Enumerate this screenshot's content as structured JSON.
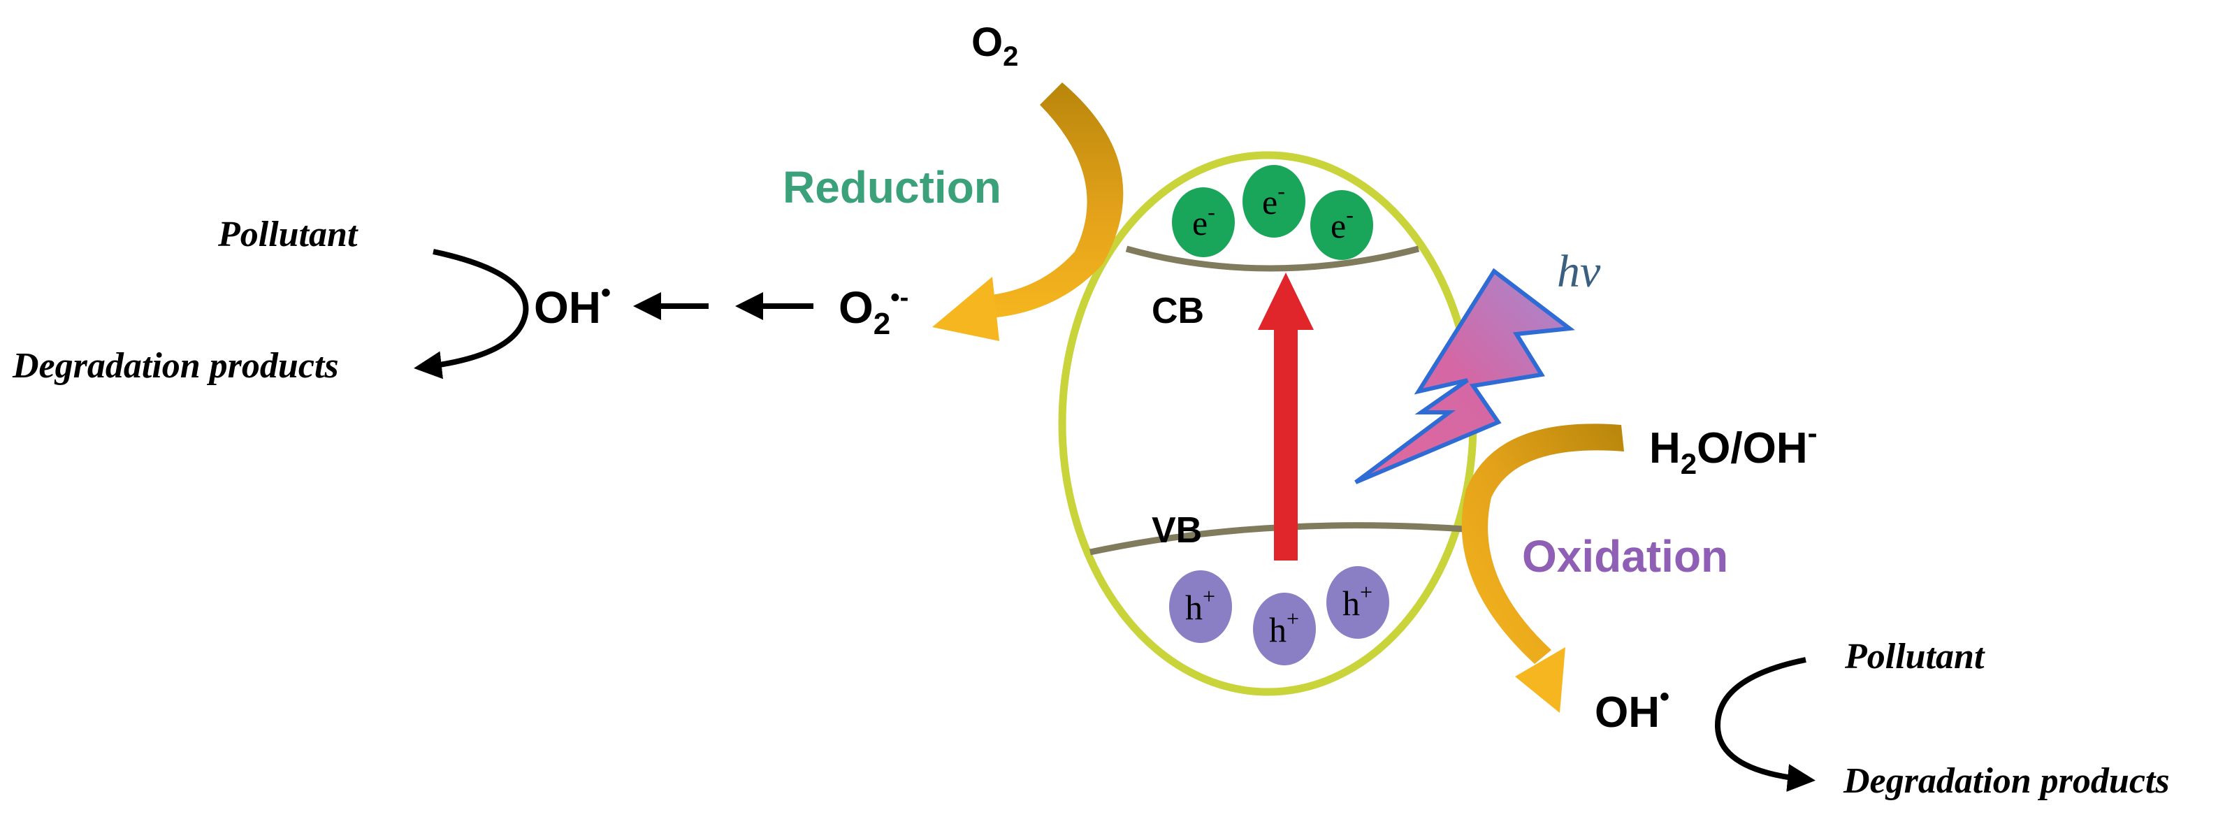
{
  "colors": {
    "particle_outline": "#c9d43a",
    "band_line": "#7f7b5c",
    "electron": "#1aa65a",
    "hole": "#8a7fc4",
    "excitation_arrow": "#e0262b",
    "lightning_fill": "#d467a4",
    "lightning_edge": "#2f6bd4",
    "arrow_gold": "#f2b21f",
    "arrow_brown": "#b8860b",
    "reduction_text": "#3aa17a",
    "oxidation_text": "#8e5fb5",
    "hv_text": "#3a5f7f",
    "text": "#000000"
  },
  "particle": {
    "cb_label": "CB",
    "vb_label": "VB",
    "electrons": [
      "e",
      "e",
      "e"
    ],
    "electron_charge": "-",
    "holes": [
      "h",
      "h",
      "h"
    ],
    "hole_charge": "+"
  },
  "light": {
    "label": "hν",
    "icon": "lightning-bolt-icon"
  },
  "reduction": {
    "label": "Reduction",
    "reactant_base": "O",
    "reactant_sub": "2",
    "product_base": "O",
    "product_sub": "2",
    "product_sup": "•-",
    "radical_base": "OH",
    "radical_sup": "•",
    "pollutant": "Pollutant",
    "degradation": "Degradation products"
  },
  "oxidation": {
    "label": "Oxidation",
    "reactant_h": "H",
    "reactant_sub": "2",
    "reactant_rest": "O/OH",
    "reactant_sup": "-",
    "radical_base": "OH",
    "radical_sup": "•",
    "pollutant": "Pollutant",
    "degradation": "Degradation products"
  }
}
